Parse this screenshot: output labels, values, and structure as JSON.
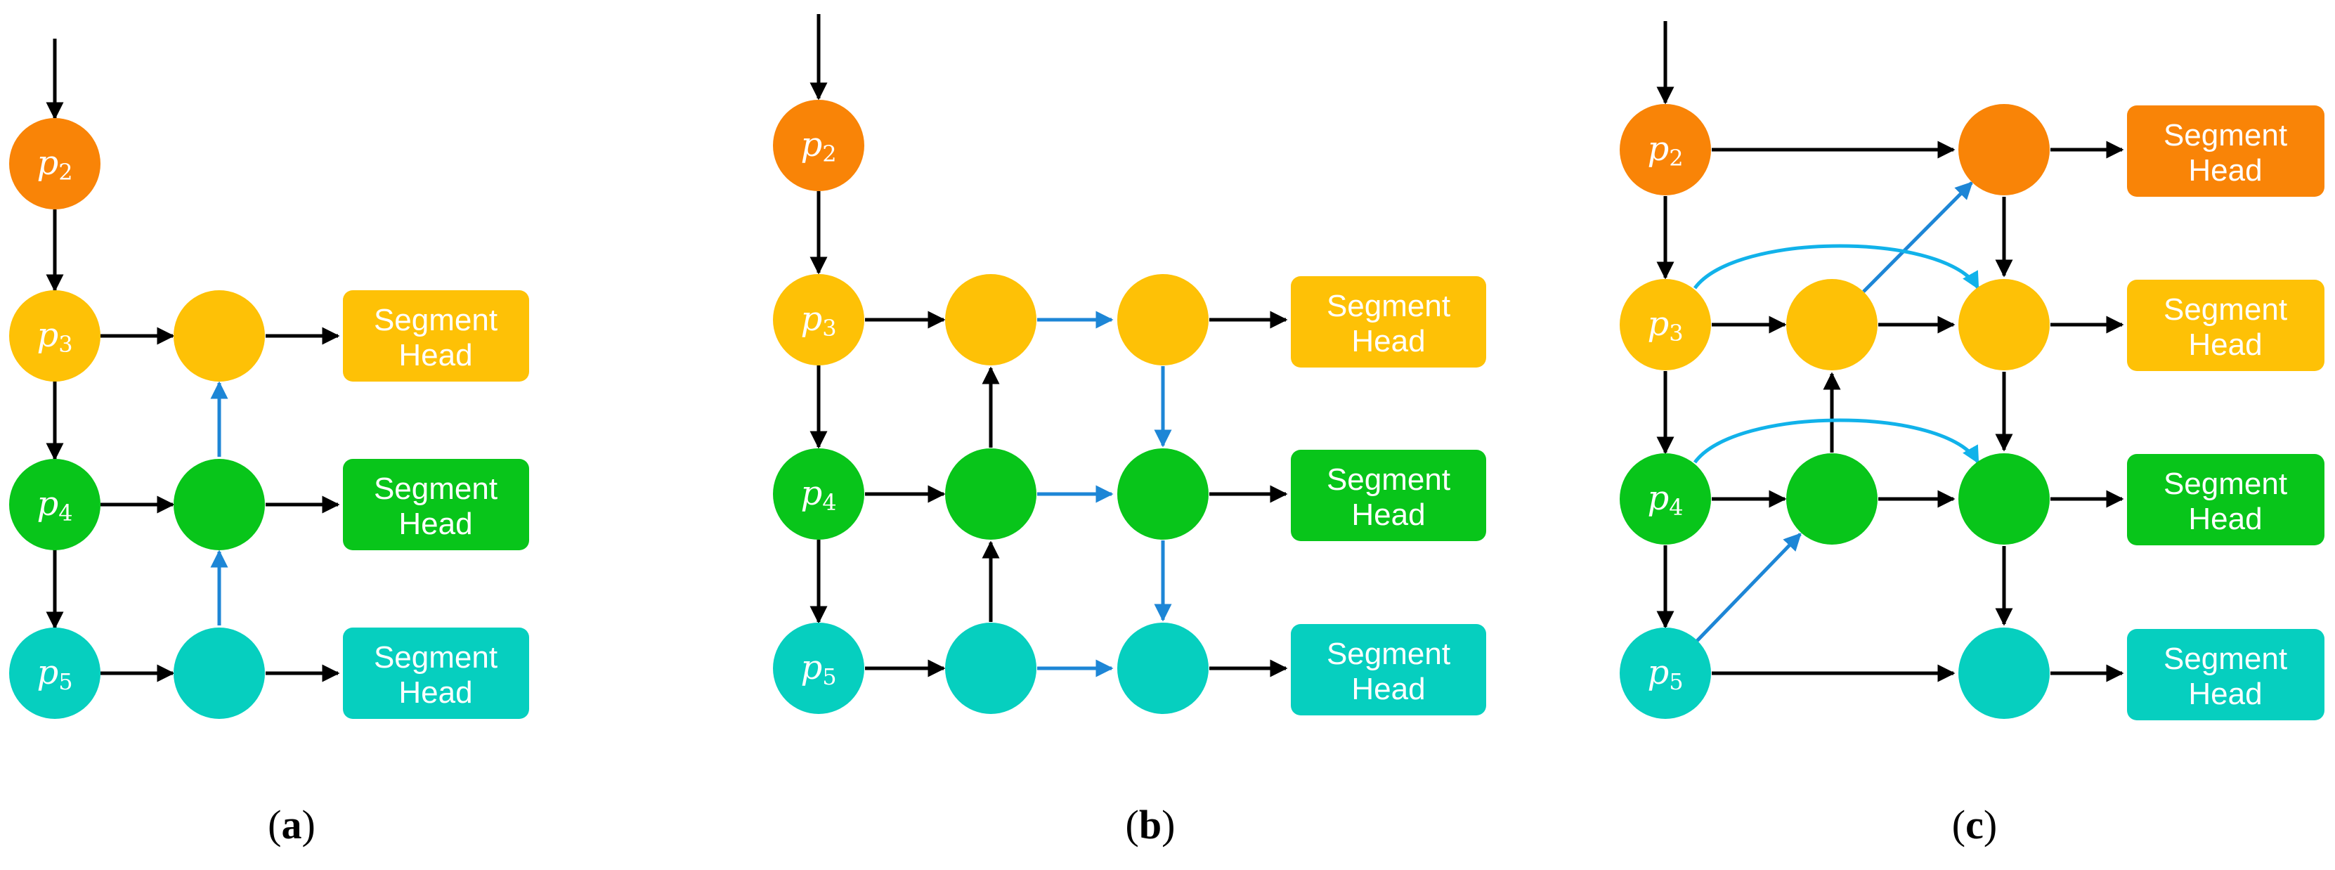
{
  "colors": {
    "orange": "#f98407",
    "yellow": "#fec106",
    "green": "#08c51a",
    "cyan": "#06cfbf",
    "black_arrow": "#000000",
    "blue_arrow": "#1d86d6",
    "light_blue_arrow": "#11b2ea"
  },
  "nodes": {
    "p2": {
      "base": "p",
      "sub": "2"
    },
    "p3": {
      "base": "p",
      "sub": "3"
    },
    "p4": {
      "base": "p",
      "sub": "4"
    },
    "p5": {
      "base": "p",
      "sub": "5"
    }
  },
  "segment_head": {
    "line1": "Segment",
    "line2": "Head"
  },
  "panels": [
    {
      "id": "a",
      "open": "(",
      "letter": "a",
      "close": ")"
    },
    {
      "id": "b",
      "open": "(",
      "letter": "b",
      "close": ")"
    },
    {
      "id": "c",
      "open": "(",
      "letter": "c",
      "close": ")"
    }
  ],
  "icons": {
    "arrowhead": "arrowhead-icon"
  }
}
